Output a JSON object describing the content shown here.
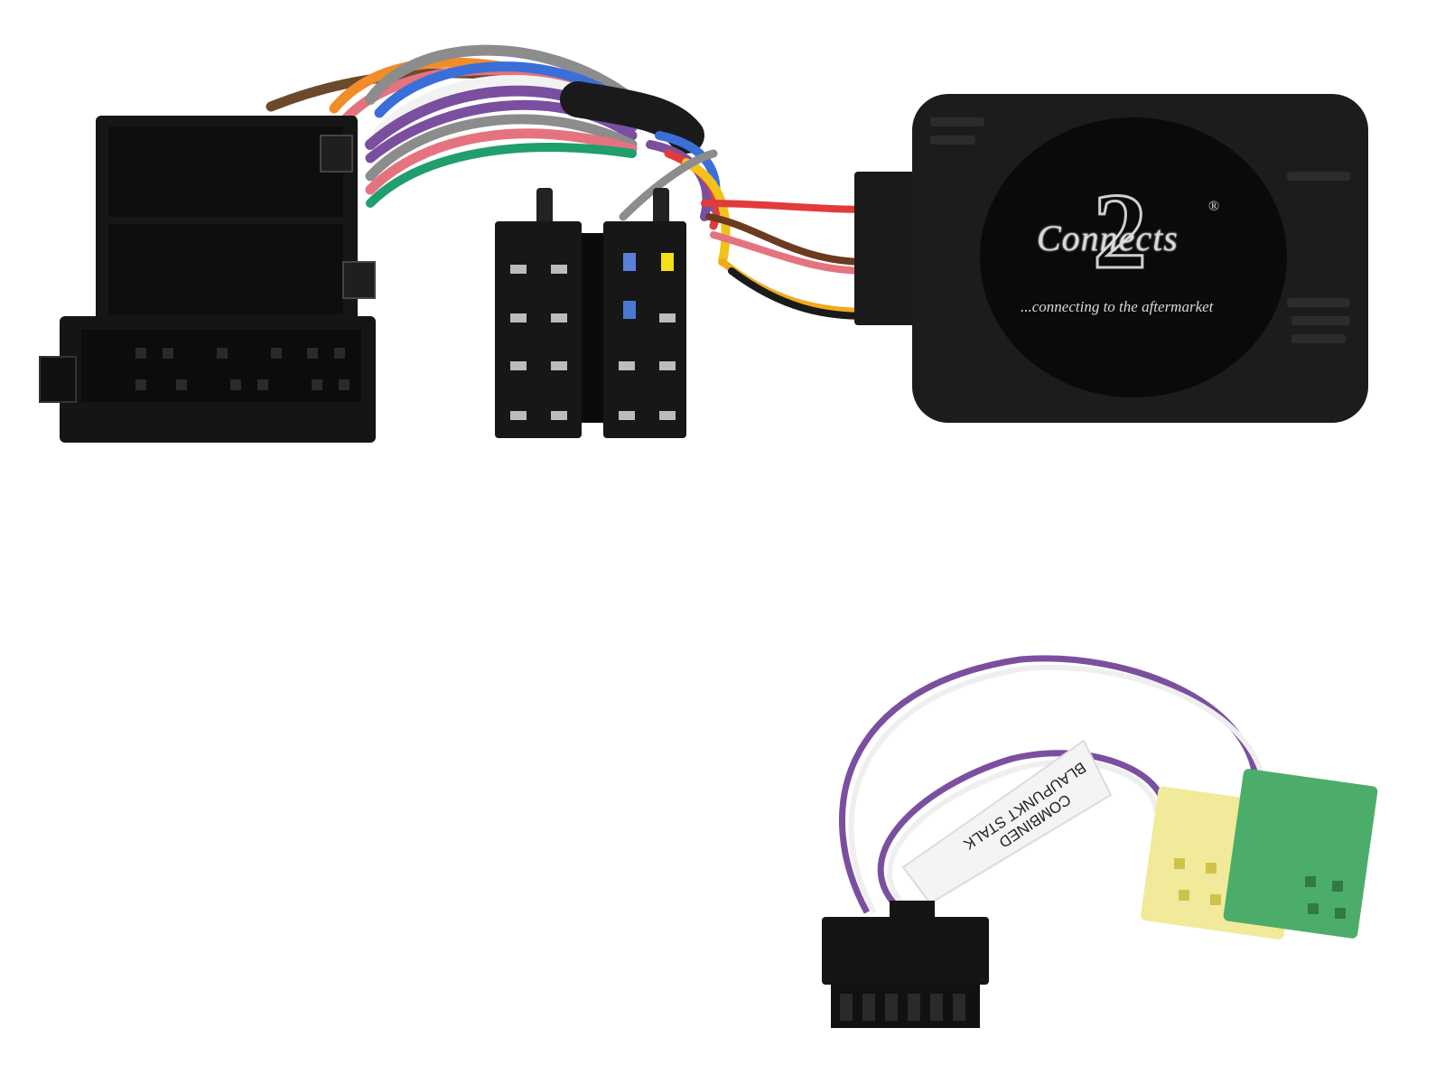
{
  "image": {
    "subject": "Steering wheel control interface wiring harness kit",
    "background_color": "#ffffff"
  },
  "interface_box": {
    "brand_word": "Connects",
    "brand_number": "2",
    "registered_mark": "®",
    "tagline": "...connecting to the aftermarket",
    "color": "#1c1c1c"
  },
  "patch_lead_label": {
    "line1": "COMBINED",
    "line2": "BLAUPUNKT STALK"
  },
  "wire_colors": [
    "#8b5a2b",
    "#f28c28",
    "#e5737f",
    "#3a6fd8",
    "#7b4fa0",
    "#8c8c8c",
    "#f2f2f2",
    "#1f9e6e",
    "#e23b3b",
    "#f2c21b"
  ],
  "connectors": {
    "iso_block": "#151515",
    "mini_iso_yellow": "#f1ea9a",
    "mini_iso_green": "#4cad6a",
    "molex_12pin": "#151515"
  }
}
